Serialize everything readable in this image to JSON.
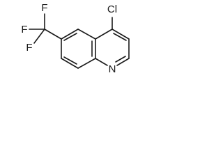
{
  "molecule": {
    "atoms": {
      "chlorine": "Cl",
      "nitrogen": "N",
      "fluorine_1": "F",
      "fluorine_2": "F",
      "fluorine_3": "F"
    }
  }
}
